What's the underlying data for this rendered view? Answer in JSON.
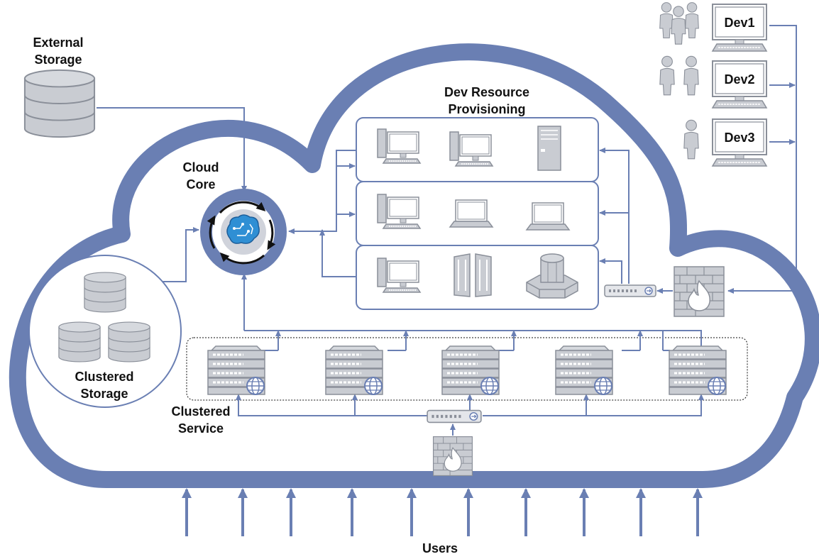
{
  "labels": {
    "external_storage": [
      "External",
      "Storage"
    ],
    "cloud_core": [
      "Cloud",
      "Core"
    ],
    "dev_resource": [
      "Dev Resource",
      "Provisioning"
    ],
    "clustered_storage": [
      "Clustered",
      "Storage"
    ],
    "clustered_service": [
      "Clustered",
      "Service"
    ],
    "users": "Users"
  },
  "devs": [
    "Dev1",
    "Dev2",
    "Dev3"
  ],
  "icons": {
    "cloud_core": "brain-gear-cycle-icon",
    "external_storage": "database-icon",
    "clustered_storage": "database-cluster-icon",
    "servers": "web-server-icon",
    "firewall": "firewall-icon",
    "switch": "network-switch-icon",
    "workstation": "desktop-computer-icon",
    "laptop": "laptop-icon",
    "tower": "tower-server-icon",
    "rack": "rack-server-icon",
    "mainframe": "mainframe-icon",
    "developers": "user-group-icon"
  },
  "colors": {
    "cloud": "#6a7fb3",
    "icon_fill": "#c9ccd2",
    "icon_stroke": "#8a8f99",
    "line": "#6a7fb3",
    "core_inner": "#d0d3db"
  },
  "provisioning_rows": [
    [
      "desktop-computer-icon",
      "desktop-computer-icon",
      "tower-server-icon"
    ],
    [
      "desktop-computer-icon",
      "laptop-icon",
      "laptop-icon"
    ],
    [
      "desktop-computer-icon",
      "rack-server-icon",
      "mainframe-icon"
    ]
  ],
  "clustered_servers": 5,
  "user_arrows": 10
}
